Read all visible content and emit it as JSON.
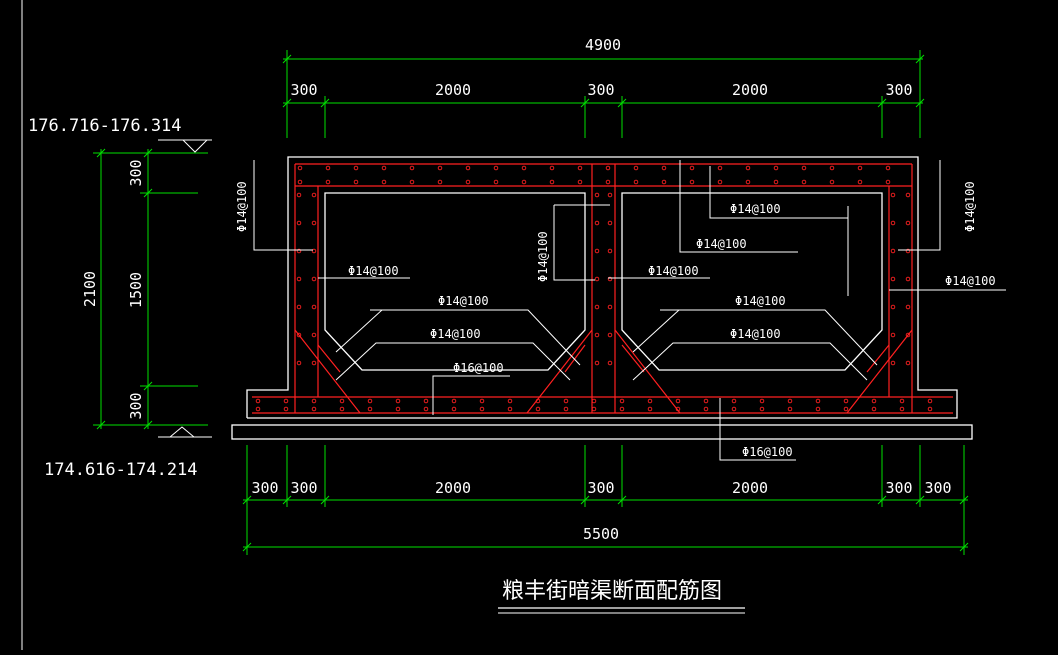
{
  "title": "粮丰街暗渠断面配筋图",
  "elevation_top": "176.716-176.314",
  "elevation_bottom": "174.616-174.214",
  "dims_top": {
    "total": "4900",
    "wall_left": "300",
    "cell_left": "2000",
    "wall_mid": "300",
    "cell_right": "2000",
    "wall_right": "300"
  },
  "dims_bottom": {
    "total": "5500",
    "footing_left": "300",
    "wall_left": "300",
    "cell_left": "2000",
    "wall_mid": "300",
    "cell_right": "2000",
    "wall_right": "300",
    "footing_right": "300"
  },
  "dims_left": {
    "total": "2100",
    "top_slab": "300",
    "clear_height": "1500",
    "bottom_slab": "300"
  },
  "rebar": {
    "outer_wall_left": "Φ14@100",
    "inner_wall_left": "Φ14@100",
    "mid_wall_left": "Φ14@100",
    "mid_wall_right": "Φ14@100",
    "top_slab_bottom": "Φ14@100",
    "top_slab_top": "Φ14@100",
    "haunch_upper_left": "Φ14@100",
    "haunch_lower_left": "Φ14@100",
    "haunch_upper_right": "Φ14@100",
    "haunch_lower_right": "Φ14@100",
    "bottom_slab_top": "Φ16@100",
    "bottom_slab_bottom": "Φ16@100",
    "outer_wall_right": "Φ14@100",
    "inner_wall_right": "Φ14@100"
  },
  "colors": {
    "concrete": "#ffffff",
    "rebar": "#ff2020",
    "dimension": "#00e000",
    "background": "#000000"
  }
}
